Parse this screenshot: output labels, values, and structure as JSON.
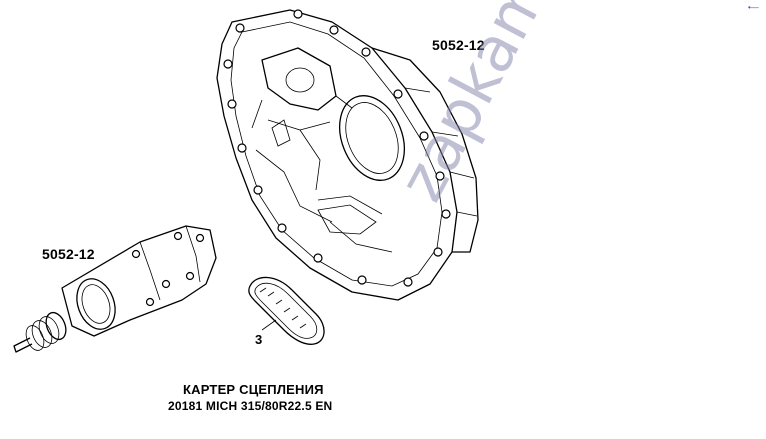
{
  "labels": {
    "housing_part": "5052-12",
    "cylinder_part": "5052-12",
    "seal_item": "3"
  },
  "title": {
    "name": "КАРТЕР СЦЕПЛЕНИЯ",
    "code": "20181  MICH 315/80R22.5 EN"
  },
  "watermark": "zapkam.ru",
  "corner_mark": "•—",
  "colors": {
    "line": "#000000",
    "background": "#ffffff",
    "watermark": "#8282aa",
    "corner_mark": "#3355cc"
  }
}
